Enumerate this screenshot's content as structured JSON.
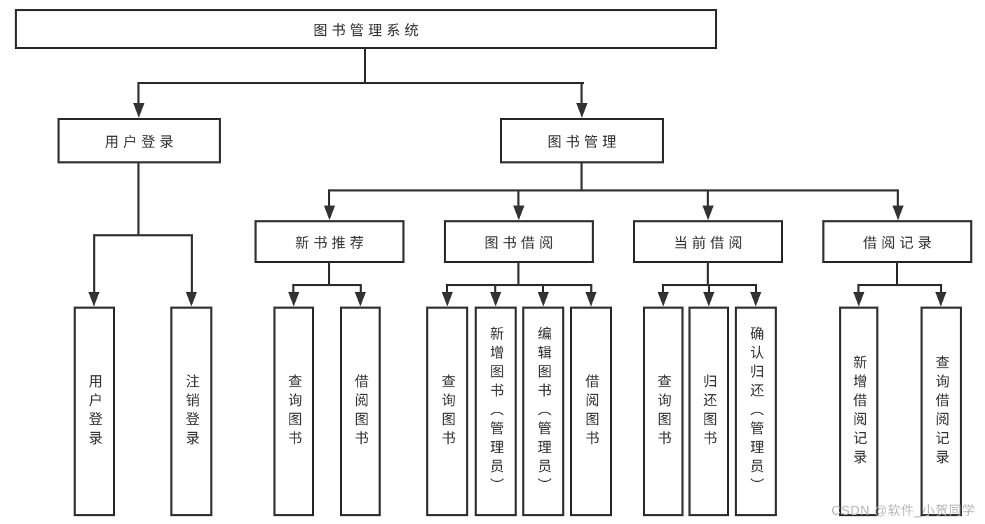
{
  "diagram_title": "图书管理系统",
  "nodes": {
    "root": "图书管理系统",
    "level2": [
      "用户登录",
      "图书管理"
    ],
    "level3": [
      "新书推荐",
      "图书借阅",
      "当前借阅",
      "借阅记录"
    ],
    "leaves_user_login": [
      "用户登录",
      "注销登录"
    ],
    "leaves_new_books": [
      "查询图书",
      "借阅图书"
    ],
    "leaves_book_borrow": [
      "查询图书",
      "新增图书（管理员）",
      "编辑图书（管理员）",
      "借阅图书"
    ],
    "leaves_current_borrow": [
      "查询图书",
      "归还图书",
      "确认归还（管理员）"
    ],
    "leaves_borrow_records": [
      "新增借阅记录",
      "查询借阅记录"
    ]
  },
  "watermark": "CSDN @软件_小贺同学",
  "colors": {
    "line": "#333333",
    "text": "#333333",
    "watermark_gray": "#b4b4b4",
    "background": "#ffffff"
  }
}
